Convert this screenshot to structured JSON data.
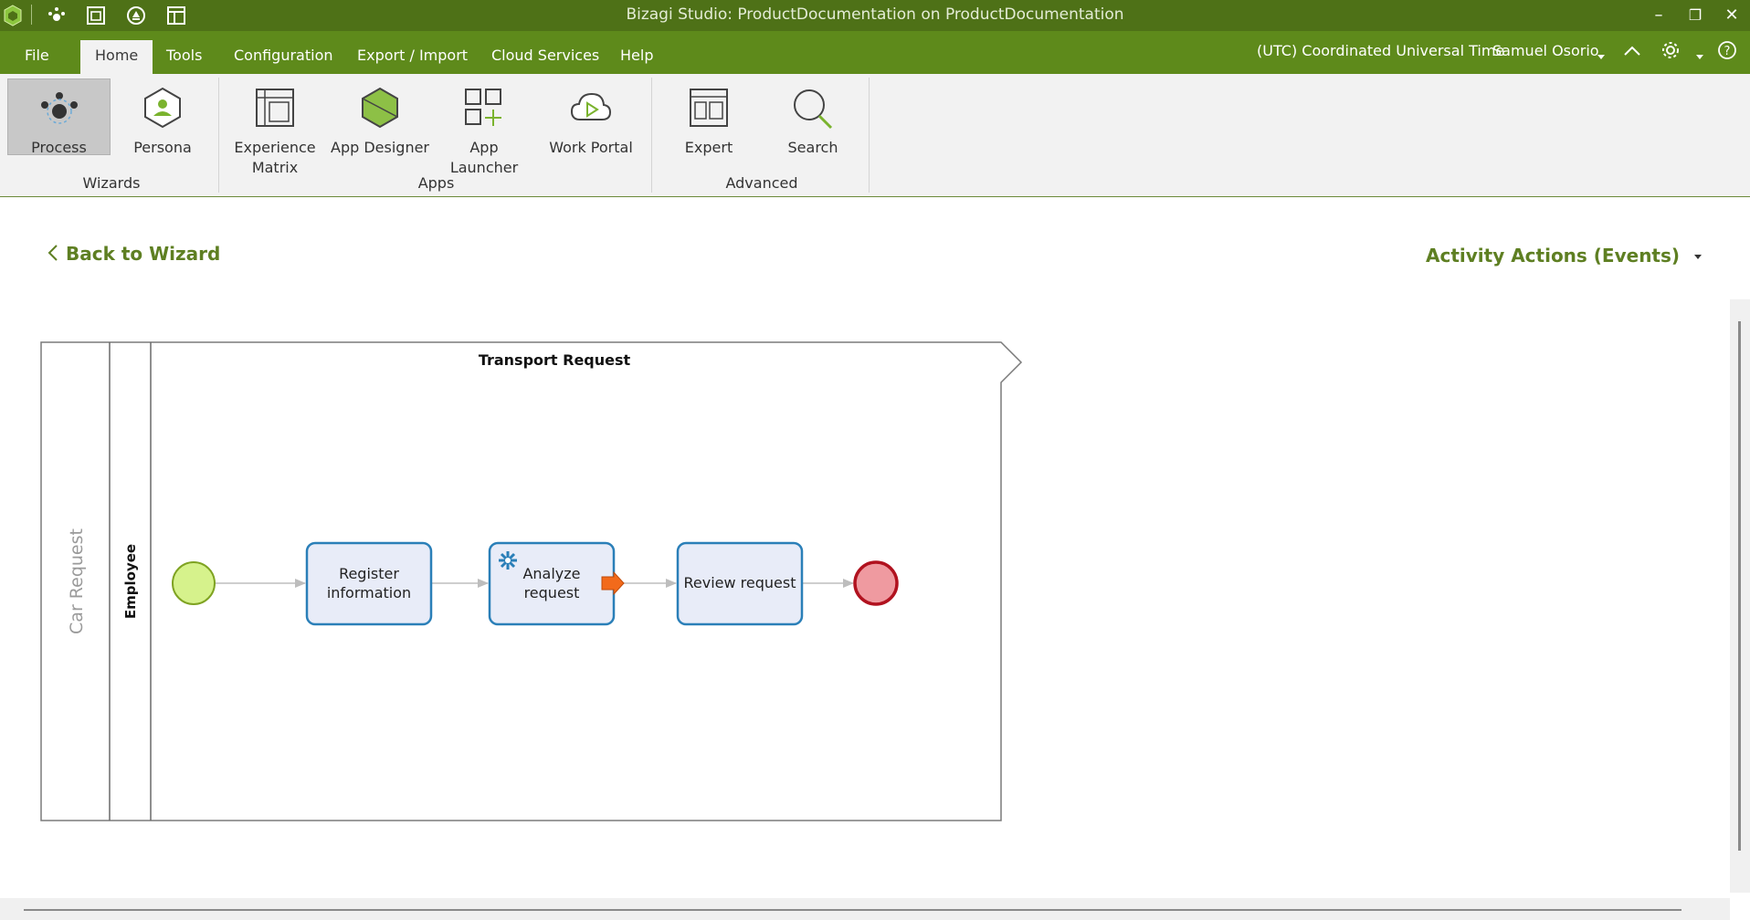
{
  "window": {
    "title": "Bizagi Studio: ProductDocumentation  on  ProductDocumentation",
    "minimize": "–",
    "restore": "❐",
    "close": "✕"
  },
  "menu": {
    "items": [
      "File",
      "Home",
      "Tools",
      "Configuration",
      "Export / Import",
      "Cloud Services",
      "Help"
    ],
    "active": "Home",
    "timezone": "(UTC) Coordinated Universal Time",
    "user": "Samuel Osorio"
  },
  "ribbon": {
    "wizards": {
      "label": "Wizards",
      "process": "Process",
      "persona": "Persona"
    },
    "apps": {
      "label": "Apps",
      "experience_line1": "Experience",
      "experience_line2": "Matrix",
      "app_designer": "App Designer",
      "app_launcher": "App Launcher",
      "work_portal": "Work Portal"
    },
    "advanced": {
      "label": "Advanced",
      "expert": "Expert",
      "search": "Search"
    }
  },
  "content": {
    "back_label": "Back to Wizard",
    "actions_label": "Activity Actions (Events)"
  },
  "diagram": {
    "pool": "Car Request",
    "lane": "Employee",
    "process_title": "Transport Request",
    "tasks": [
      {
        "line1": "Register",
        "line2": "information"
      },
      {
        "line1": "Analyze",
        "line2": "request"
      },
      {
        "line1": "Review request",
        "line2": ""
      }
    ]
  },
  "colors": {
    "title_bar": "#4e7117",
    "menu_bar": "#5e8a1b",
    "accent_text": "#5e7f22",
    "task_fill": "#e8ecf8",
    "task_stroke": "#2a7fb8",
    "start_fill": "#d6f28c",
    "start_stroke": "#7fa322",
    "end_fill": "#ef9aa0",
    "end_stroke": "#b1121f"
  }
}
